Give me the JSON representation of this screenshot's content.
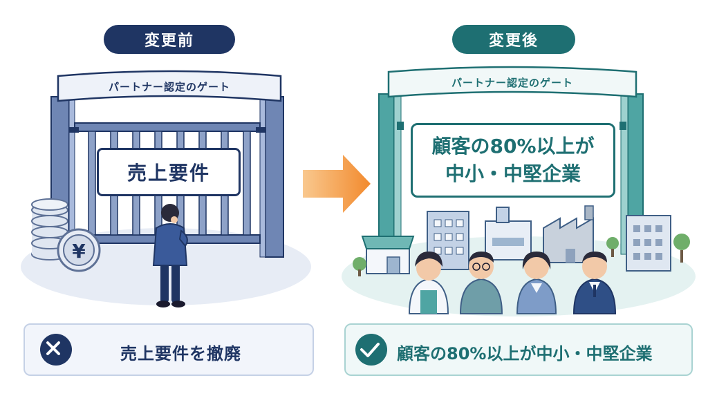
{
  "colors": {
    "before_primary": "#1f3563",
    "after_primary": "#1e6f72",
    "arrow": "#f28a2e",
    "before_bg": "#e7ecf5",
    "after_bg": "#e4f2f1"
  },
  "before": {
    "tag": "変更前",
    "gate_label": "パートナー認定のゲート",
    "sign": "売上要件",
    "coin_symbol": "¥",
    "result_text": "売上要件を撤廃",
    "result_icon": "x-icon"
  },
  "after": {
    "tag": "変更後",
    "gate_label": "パートナー認定のゲート",
    "sign_line1": "顧客の80%以上が",
    "sign_line2": "中小・中堅企業",
    "result_text": "顧客の80%以上が中小・中堅企業",
    "result_icon": "check-icon"
  },
  "arrow_icon": "arrow-right-icon"
}
